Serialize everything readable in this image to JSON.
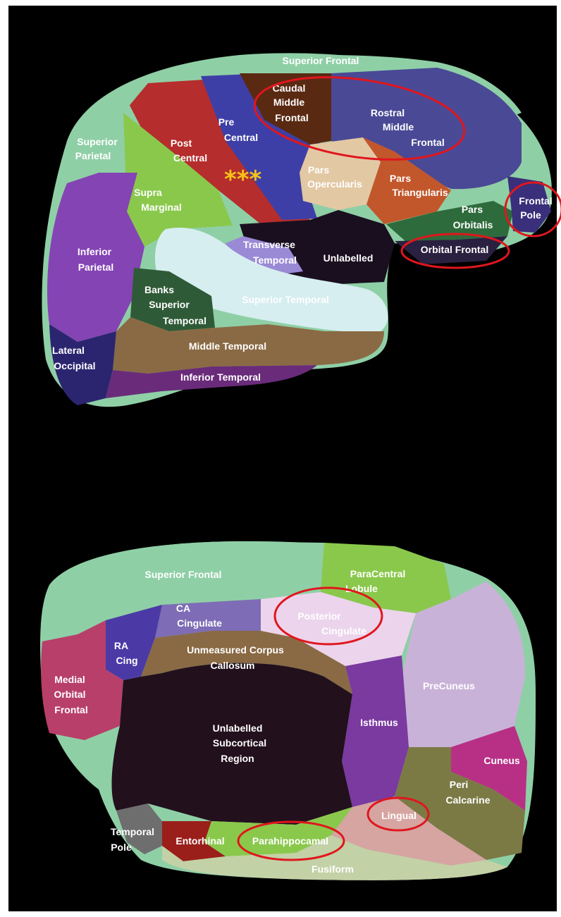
{
  "lateral": {
    "superior_frontal": "Superior Frontal",
    "caudal_middle_frontal": [
      "Caudal",
      "Middle",
      "Frontal"
    ],
    "rostral_middle_frontal": [
      "Rostral",
      "Middle",
      "Frontal"
    ],
    "pre_central": [
      "Pre",
      "Central"
    ],
    "post_central": [
      "Post",
      "Central"
    ],
    "superior_parietal": [
      "Superior",
      "Parietal"
    ],
    "supra_marginal": [
      "Supra",
      "Marginal"
    ],
    "pars_opercularis": [
      "Pars",
      "Opercularis"
    ],
    "pars_triangularis": [
      "Pars",
      "Triangularis"
    ],
    "pars_orbitalis": [
      "Pars",
      "Orbitalis"
    ],
    "frontal_pole": [
      "Frontal",
      "Pole"
    ],
    "orbital_frontal": "Orbital Frontal",
    "transverse_temporal": [
      "Transverse",
      "Temporal"
    ],
    "unlabelled": "Unlabelled",
    "inferior_parietal": [
      "Inferior",
      "Parietal"
    ],
    "banks_superior_temporal": [
      "Banks",
      "Superior",
      "Temporal"
    ],
    "superior_temporal": "Superior Temporal",
    "middle_temporal": "Middle Temporal",
    "lateral_occipital": [
      "Lateral",
      "Occipital"
    ],
    "inferior_temporal": "Inferior Temporal",
    "stars": "***"
  },
  "medial": {
    "superior_frontal": "Superior Frontal",
    "paracentral_lobule": [
      "ParaCentral",
      "Lobule"
    ],
    "ca_cingulate": [
      "CA",
      "Cingulate"
    ],
    "posterior_cingulate": [
      "Posterior",
      "Cingulate"
    ],
    "ra_cing": [
      "RA",
      "Cing"
    ],
    "unmeasured_corpus_callosum": [
      "Unmeasured Corpus",
      "Callosum"
    ],
    "medial_orbital_frontal": [
      "Medial",
      "Orbital",
      "Frontal"
    ],
    "precuneus": "PreCuneus",
    "unlabelled_subcortical": [
      "Unlabelled",
      "Subcortical",
      "Region"
    ],
    "isthmus": "Isthmus",
    "cuneus": "Cuneus",
    "peri_calcarine": [
      "Peri",
      "Calcarine"
    ],
    "lingual": "Lingual",
    "temporal_pole": [
      "Temporal",
      "Pole"
    ],
    "entorhinal": "Entorhinal",
    "parahippocampal": "Parahippocamal",
    "fusiform": "Fusiform"
  },
  "colors": {
    "background": "#000000",
    "highlight": "#e0161d",
    "star": "#f6c21a"
  }
}
